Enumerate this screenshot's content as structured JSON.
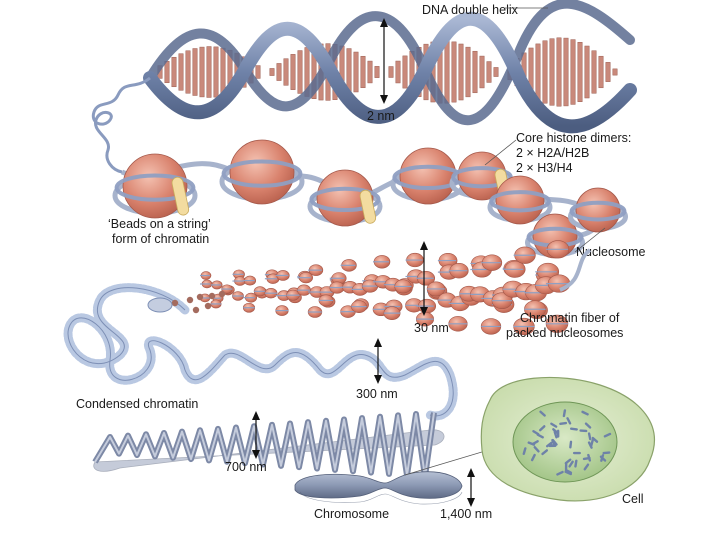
{
  "labels": {
    "dna_double_helix": "DNA double helix",
    "nm_2": "2 nm",
    "core_histone_title": "Core histone dimers:",
    "core_histone_line1": "2 × H2A/H2B",
    "core_histone_line2": "2 × H3/H4",
    "beads_line1": "‘Beads on a string’",
    "beads_line2": "form of chromatin",
    "nucleosome": "Nucleosome",
    "nm_30": "30 nm",
    "fiber_line1": "Chromatin fiber of",
    "fiber_line2": "packed nucleosomes",
    "nm_300": "300 nm",
    "condensed_chromatin": "Condensed chromatin",
    "nm_700": "700 nm",
    "chromosome": "Chromosome",
    "nm_1400": "1,400 nm",
    "cell": "Cell"
  },
  "colors": {
    "helix_backbone": "#6f82a8",
    "base_pairs": "#c9897b",
    "histone": "#d9826d",
    "dna_wrap": "#a7b3cc",
    "linker_histone": "#f3dca0",
    "condensed_fiber": "#b9c8e2",
    "chromosome": "#8c99b4",
    "cell_outer": "#cfe0b4",
    "cell_nucleus": "#a6c98a"
  }
}
